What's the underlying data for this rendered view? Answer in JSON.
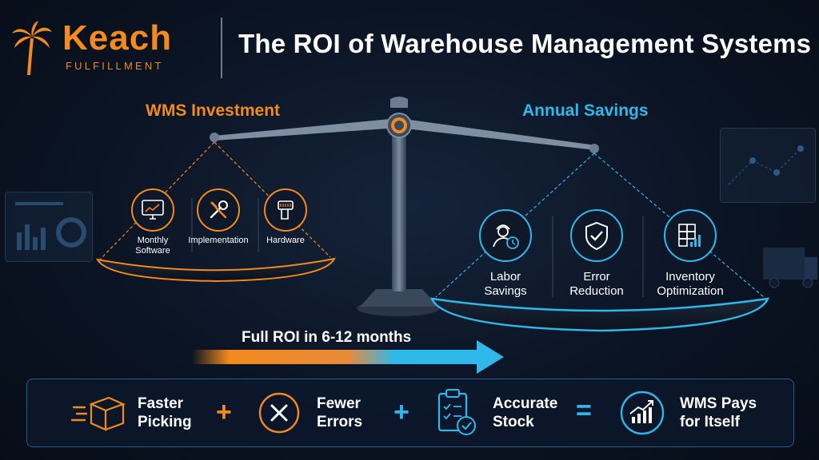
{
  "brand": {
    "name": "Keach",
    "subtitle": "FULFILLMENT"
  },
  "title": "The ROI of Warehouse Management Systems",
  "investment": {
    "title": "WMS Investment",
    "items": [
      {
        "label_1": "Monthly",
        "label_2": "Software",
        "icon": "monitor-chart-icon"
      },
      {
        "label_1": "Implementation",
        "label_2": "",
        "icon": "wrench-screwdriver-icon"
      },
      {
        "label_1": "Hardware",
        "label_2": "",
        "icon": "barcode-scanner-icon"
      }
    ]
  },
  "savings": {
    "title": "Annual Savings",
    "items": [
      {
        "label_1": "Labor",
        "label_2": "Savings",
        "icon": "worker-clock-icon"
      },
      {
        "label_1": "Error",
        "label_2": "Reduction",
        "icon": "shield-check-icon"
      },
      {
        "label_1": "Inventory",
        "label_2": "Optimization",
        "icon": "boxes-chart-icon"
      }
    ]
  },
  "roi_arrow": {
    "label": "Full ROI in 6-12 months"
  },
  "equation": {
    "items": [
      {
        "label_1": "Faster",
        "label_2": "Picking",
        "icon": "fast-box-icon"
      },
      {
        "label_1": "Fewer",
        "label_2": "Errors",
        "icon": "x-circle-icon"
      },
      {
        "label_1": "Accurate",
        "label_2": "Stock",
        "icon": "clipboard-check-icon"
      },
      {
        "label_1": "WMS Pays",
        "label_2": "for Itself",
        "icon": "growth-chart-icon"
      }
    ],
    "operators": [
      "+",
      "+",
      "="
    ]
  },
  "colors": {
    "orange": "#f28a1e",
    "blue": "#2fb8ea",
    "background": "#0b1424"
  }
}
